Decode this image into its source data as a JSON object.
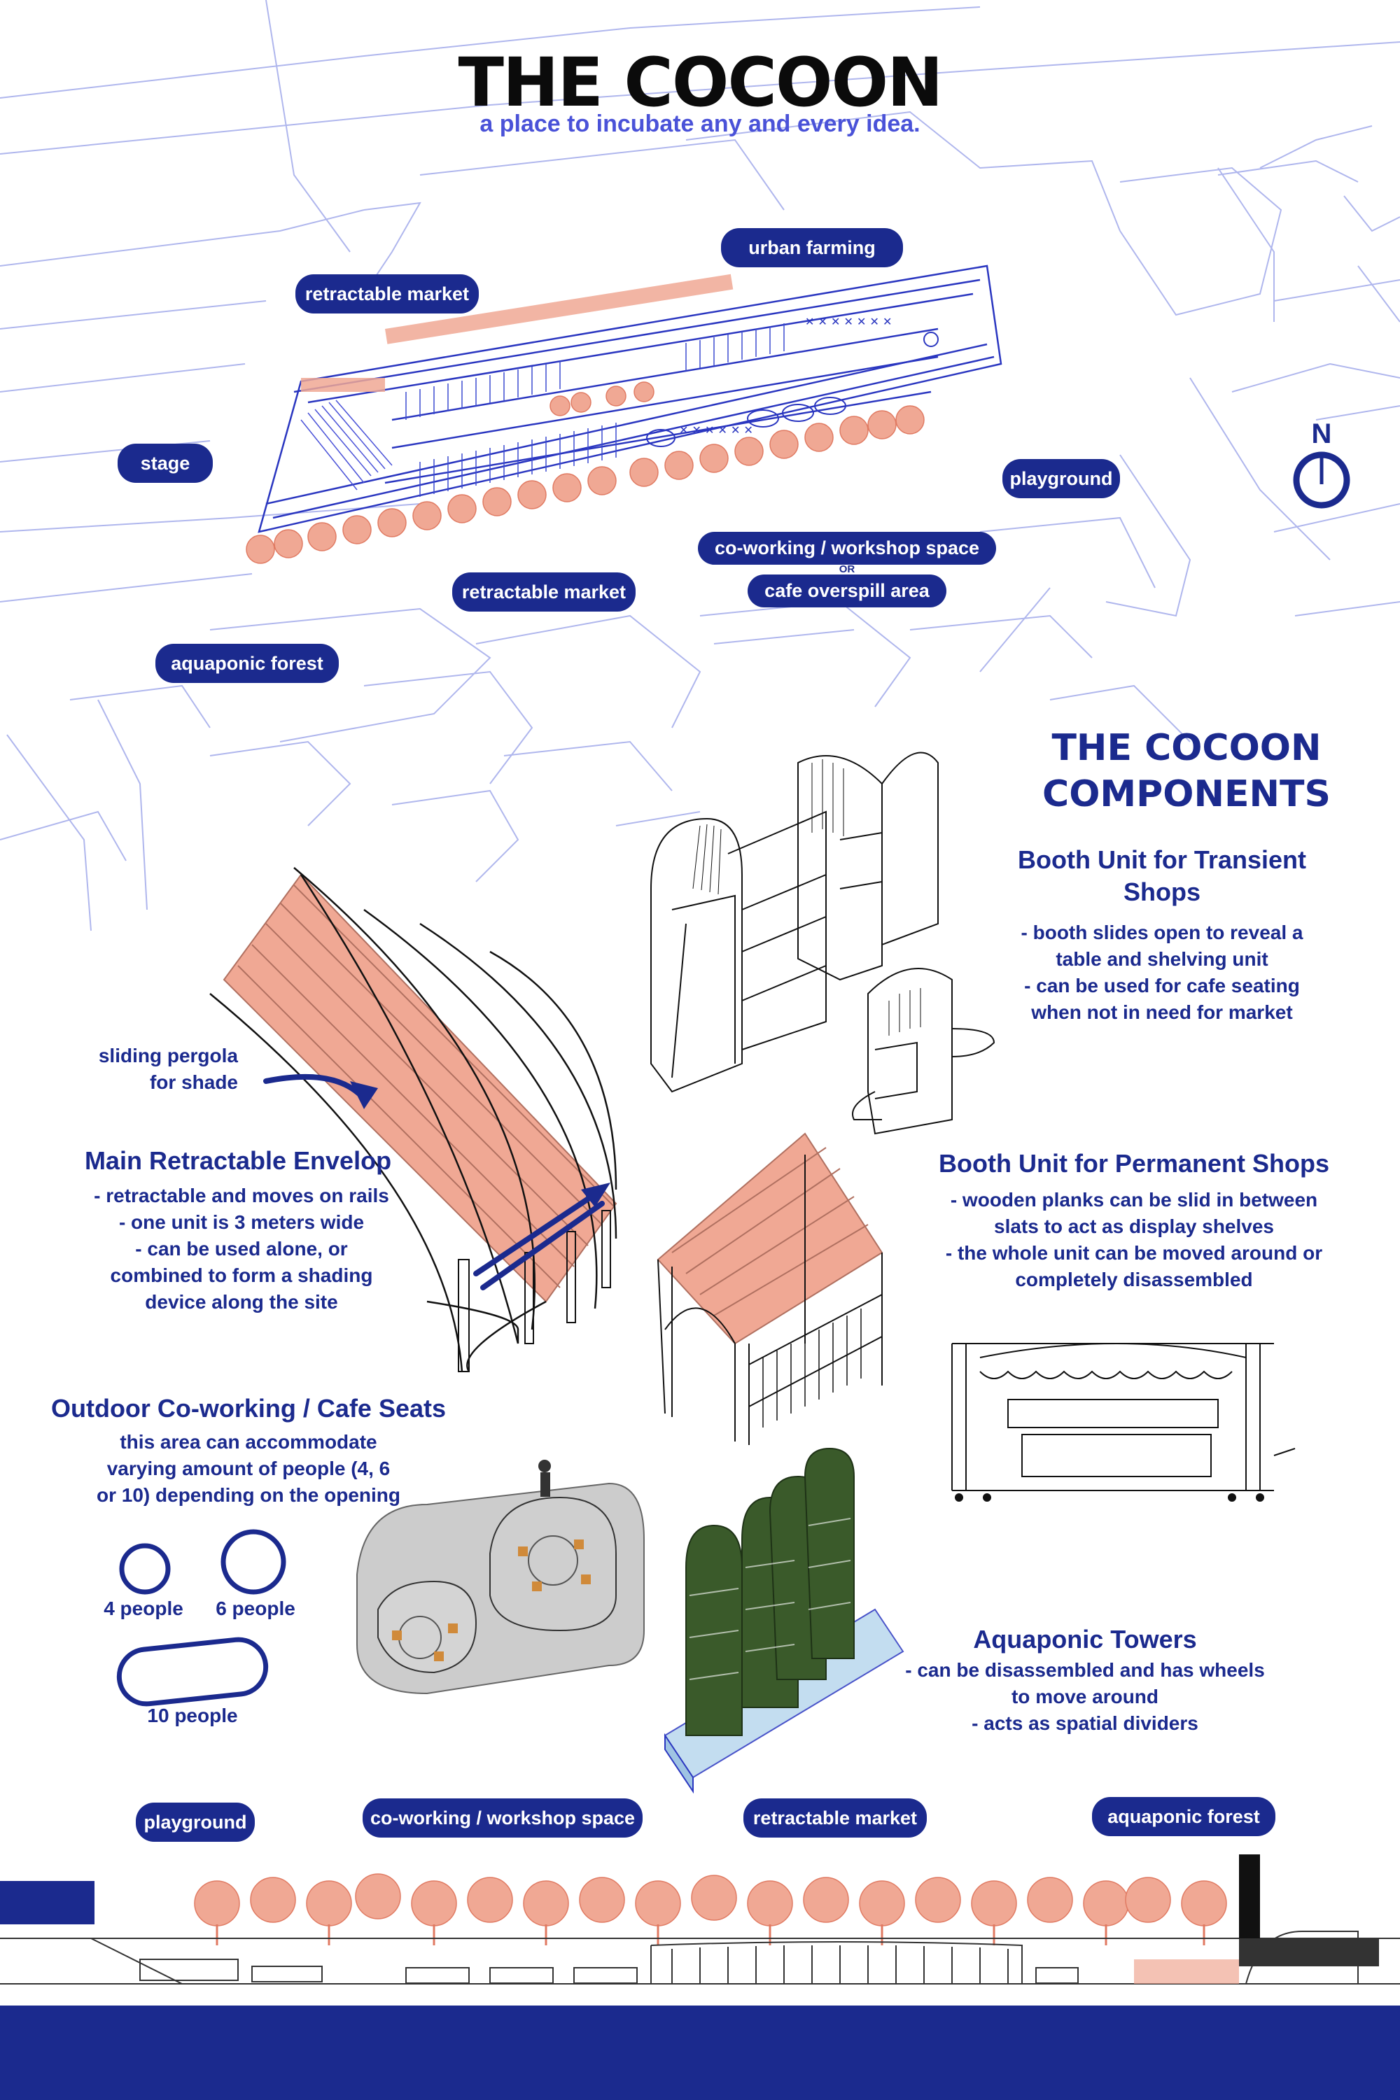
{
  "title": "THE COCOON",
  "subtitle": "a place to incubate any and every idea.",
  "site_plan": {
    "labels": {
      "urban_farming": "urban farming",
      "retractable_market_top": "retractable market",
      "stage": "stage",
      "playground": "playground",
      "coworking": "co-working / workshop space",
      "or": "OR",
      "cafe_overspill": "cafe overspill area",
      "retractable_market_bottom": "retractable market",
      "aquaponic_forest": "aquaponic forest"
    },
    "north": "N"
  },
  "components": {
    "heading_line1": "THE COCOON",
    "heading_line2": "COMPONENTS",
    "booth_transient": {
      "title_line1": "Booth Unit for Transient",
      "title_line2": "Shops",
      "text": "- booth slides open to reveal a\ntable and shelving unit\n- can be used for cafe seating\nwhen not in need for market"
    },
    "pergola_label": "sliding pergola\nfor shade",
    "envelop": {
      "title": "Main Retractable Envelop",
      "text": "-  retractable and moves on rails\n- one unit is 3 meters wide\n- can be used alone, or\ncombined to form a shading\ndevice along the site"
    },
    "booth_permanent": {
      "title": "Booth Unit for Permanent Shops",
      "text": "- wooden planks can be slid in between\nslats to act as display shelves\n- the whole unit can be moved around or\ncompletely disassembled"
    },
    "coworking_seats": {
      "title": "Outdoor Co-working / Cafe Seats",
      "text": "this area can accommodate\nvarying amount of people (4, 6\nor 10) depending on the opening",
      "four": "4 people",
      "six": "6 people",
      "ten": "10 people"
    },
    "aquaponic_towers": {
      "title": "Aquaponic Towers",
      "text": "- can be disassembled and has wheels\nto move around\n- acts as spatial dividers"
    }
  },
  "section": {
    "playground": "playground",
    "coworking": "co-working / workshop space",
    "retractable_market": "retractable market",
    "aquaponic_forest": "aquaponic forest"
  },
  "colors": {
    "navy": "#1b2a8e",
    "line_blue": "#3a4bd0",
    "salmon": "#f0a894",
    "title_black": "#0b0b0b",
    "subtitle_blue": "#4a52d8"
  }
}
